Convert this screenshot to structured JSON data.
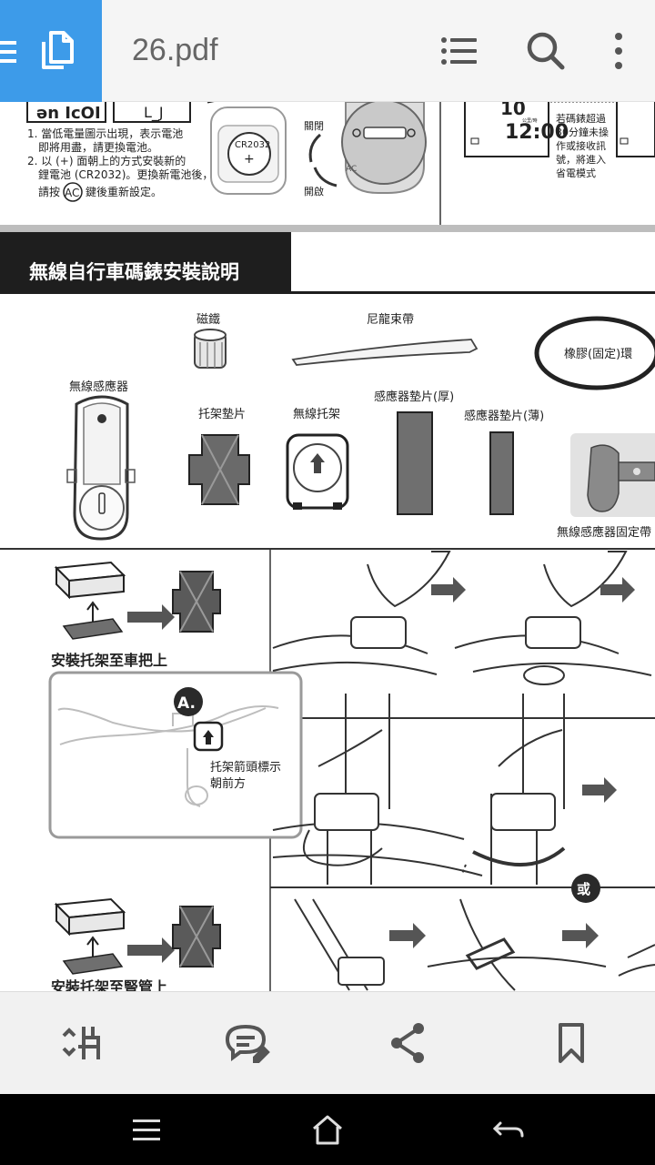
{
  "app_bar": {
    "file_name": "26.pdf",
    "icons": [
      "hamburger-icon",
      "document-copy-icon",
      "list-icon",
      "search-icon",
      "more-vert-icon"
    ]
  },
  "document": {
    "battery_notes": {
      "line1": "1. 當低電量圖示出現，表示電池",
      "line2": "即將用盡，請更換電池。",
      "line3": "2. 以 (+) 面朝上的方式安裝新的",
      "line4": "鋰電池 (CR2032)。更換新電池後，",
      "line5_pre": "請按",
      "line5_key": "AC",
      "line5_post": "鍵後重新設定。",
      "battery_label": "CR2032",
      "battery_sign": "+",
      "close_label": "關閉",
      "open_label": "開啟",
      "ac_label": "AC"
    },
    "sleep_notes": {
      "line1": "若碼錶超過",
      "line2": "30分鐘未操",
      "line3": "作或接收訊",
      "line4": "號，將進入",
      "line5": "省電模式",
      "display_time": "12:00",
      "display_top": "10",
      "display_small": "公里/時"
    },
    "section_title": "無線自行車碼錶安裝說明",
    "parts": {
      "magnet": "磁鐵",
      "nylon_tie": "尼龍束帶",
      "rubber_ring": "橡膠(固定)環",
      "sensor": "無線感應器",
      "bracket_pad": "托架墊片",
      "wireless_bracket": "無線托架",
      "sensor_pad_thick": "感應器墊片(厚)",
      "sensor_pad_thin": "感應器墊片(薄)",
      "sensor_strap": "無線感應器固定帶"
    },
    "install": {
      "handlebar_title": "安裝托架至車把上",
      "stem_title": "安裝托架至豎管上",
      "marker": "A.",
      "arrow_note_1": "托架箭頭標示",
      "arrow_note_2": "朝前方",
      "or_label": "或"
    }
  },
  "toolbar": {
    "icons": [
      "crop-page-icon",
      "comment-edit-icon",
      "share-icon",
      "bookmark-icon"
    ]
  },
  "nav": {
    "icons": [
      "menu-icon",
      "home-icon",
      "back-icon"
    ]
  }
}
